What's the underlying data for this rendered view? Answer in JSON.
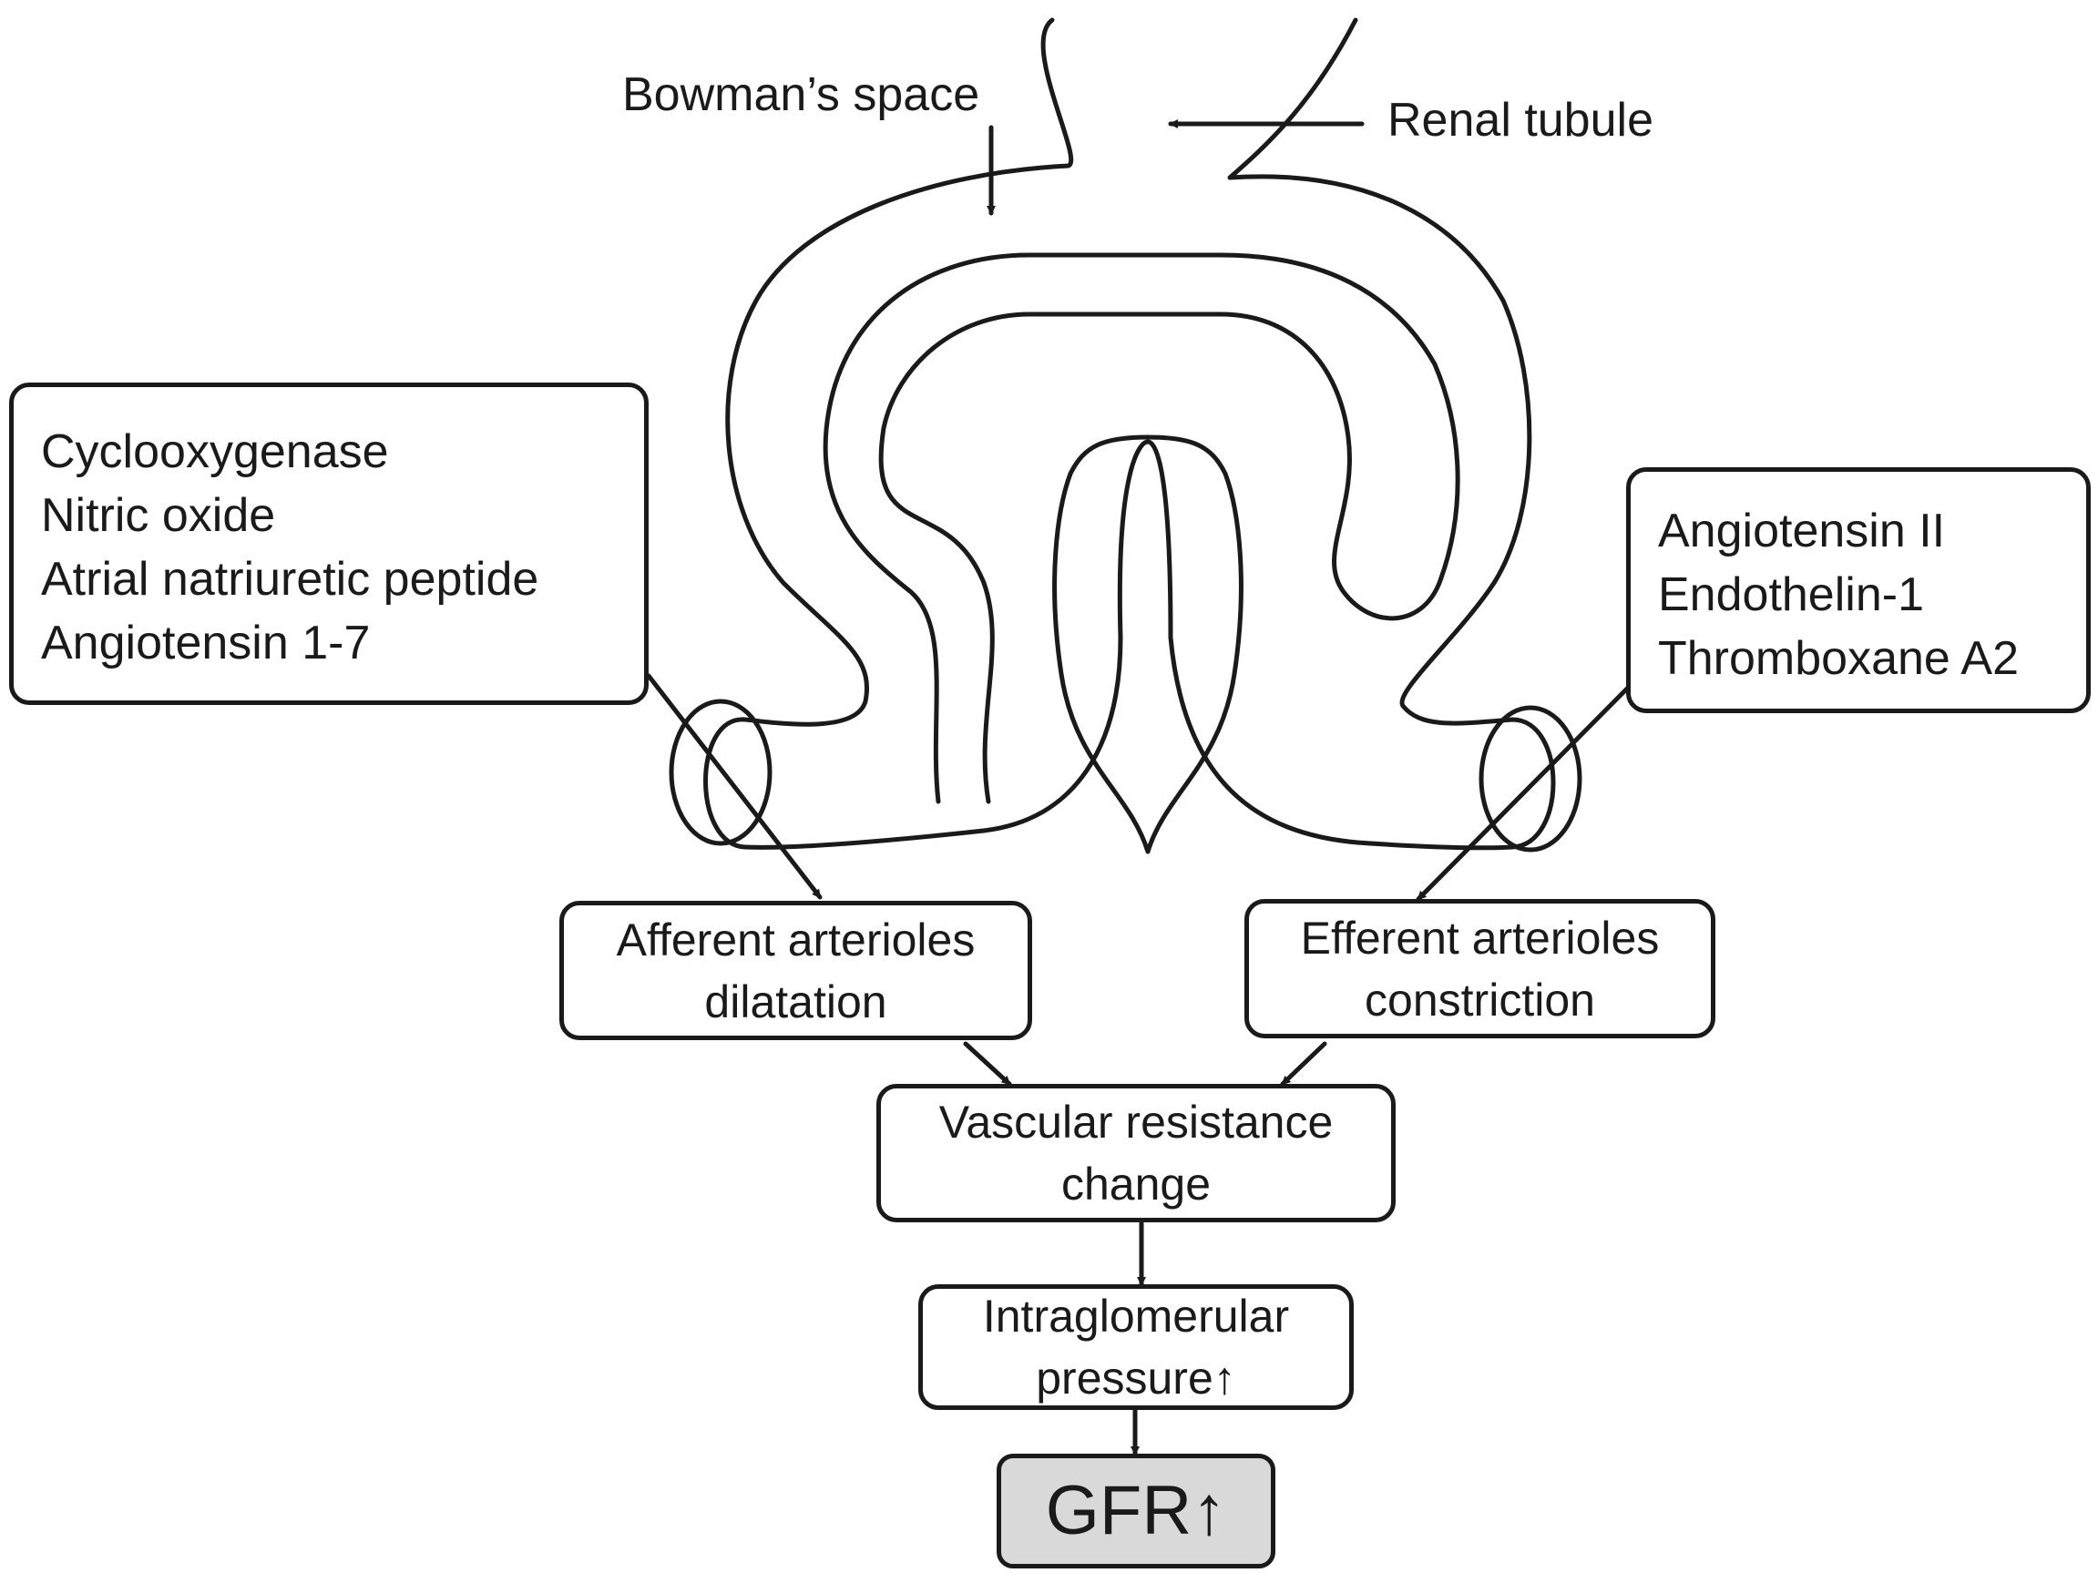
{
  "labels": {
    "bowmans_space": "Bowman’s space",
    "renal_tubule": "Renal tubule"
  },
  "vasodilators": {
    "items": [
      "Cyclooxygenase",
      "Nitric oxide",
      "Atrial natriuretic peptide",
      "Angiotensin 1-7"
    ]
  },
  "vasoconstrictors": {
    "items": [
      "Angiotensin II",
      "Endothelin-1",
      "Thromboxane A2"
    ]
  },
  "flow": {
    "afferent": [
      "Afferent arterioles",
      "dilatation"
    ],
    "efferent": [
      "Efferent arterioles",
      "constriction"
    ],
    "resistance": [
      "Vascular resistance",
      "change"
    ],
    "pressure": [
      "Intraglomerular",
      "pressure↑"
    ],
    "gfr": "GFR↑"
  },
  "colors": {
    "line": "#1a1a1a",
    "gfr_fill": "#d9d9d9",
    "background": "#ffffff"
  }
}
